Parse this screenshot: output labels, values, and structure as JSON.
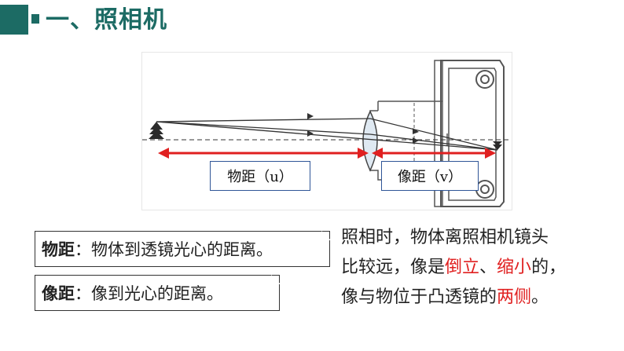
{
  "header": {
    "title": "一、照相机"
  },
  "diagram": {
    "object_distance_label": "物距（u）",
    "image_distance_label": "像距（v）"
  },
  "definitions": [
    {
      "term": "物距",
      "sep": "：",
      "text": "物体到透镜光心的距离。"
    },
    {
      "term": "像距",
      "sep": "：",
      "text": "像到光心的距离。"
    }
  ],
  "description": {
    "line1": "照相时，物体离照相机镜头",
    "line2_a": "比较远，像是",
    "line2_b": "倒立",
    "line2_c": "、",
    "line2_d": "缩小",
    "line2_e": "的，",
    "line3_a": "像与物位于凸透镜的",
    "line3_b": "两侧",
    "line3_c": "。"
  },
  "colors": {
    "accent": "#1c6b64",
    "highlight": "#e02020",
    "arrow": "#e02020",
    "label_border": "#2f5597"
  }
}
